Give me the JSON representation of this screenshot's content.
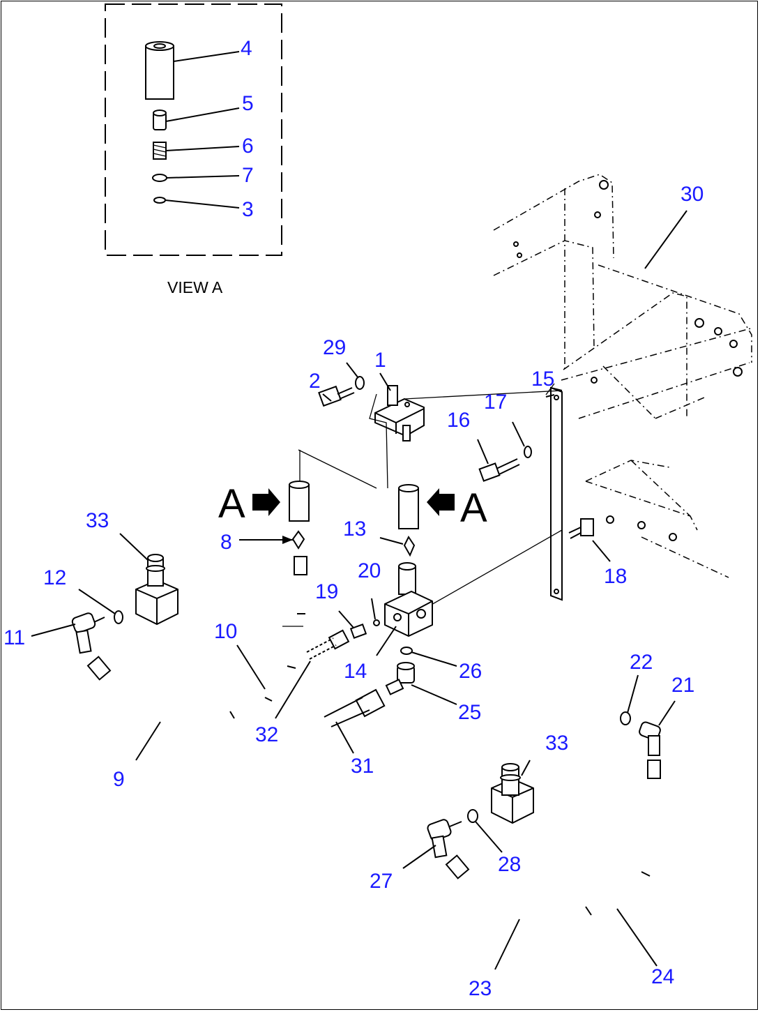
{
  "view_label": "VIEW A",
  "view_arrows": [
    "A",
    "A"
  ],
  "callouts": [
    "4",
    "5",
    "6",
    "7",
    "3",
    "30",
    "29",
    "1",
    "2",
    "15",
    "16",
    "17",
    "13",
    "8",
    "33",
    "12",
    "11",
    "10",
    "19",
    "20",
    "18",
    "14",
    "26",
    "25",
    "9",
    "32",
    "31",
    "22",
    "21",
    "33",
    "28",
    "27",
    "23",
    "24"
  ],
  "colors": {
    "callout": "#1a1aff",
    "line": "#000000",
    "background": "#ffffff"
  }
}
